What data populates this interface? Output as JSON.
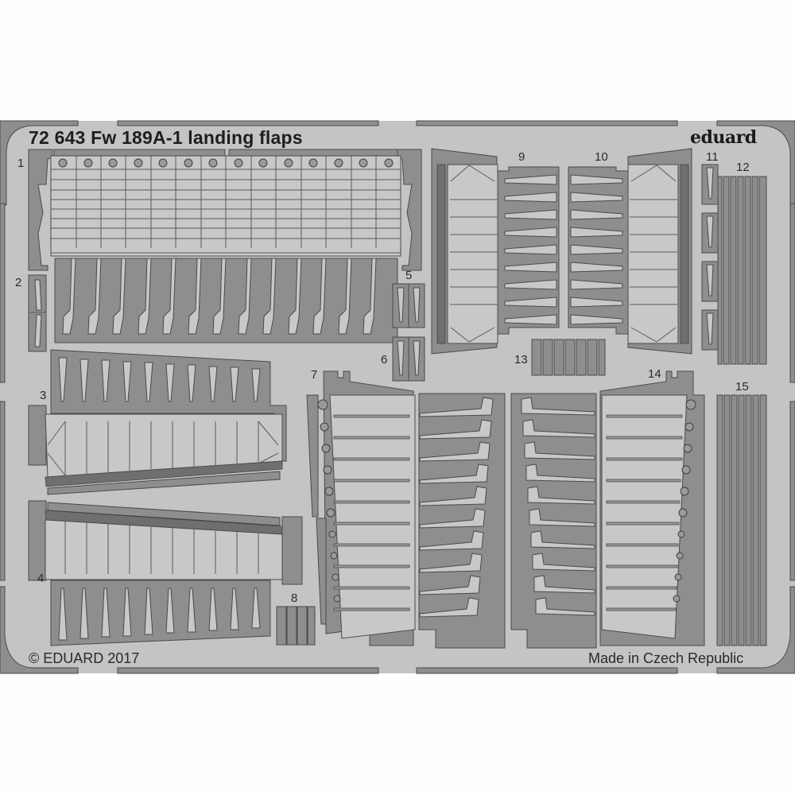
{
  "sheet": {
    "product_code": "72 643",
    "title": "72 643  Fw 189A-1 landing flaps",
    "brand": "eduard",
    "copyright": "© EDUARD 2017",
    "origin": "Made in Czech Republic",
    "colors": {
      "background": "#fdfefd",
      "fret": "#c4c4c4",
      "metal_part": "#8e8e8e",
      "part_outline": "#4a4a4a",
      "text": "#2a2a2a"
    }
  },
  "parts": [
    {
      "number": "1",
      "description": "upper flap panel with rib grid",
      "cells": 14,
      "rows": 8,
      "ribs_below": 13
    },
    {
      "number": "2",
      "description": "small bracket pair"
    },
    {
      "number": "3",
      "description": "tapered flap with 10 rib hinges",
      "ribs": 10
    },
    {
      "number": "4",
      "description": "tapered flap with 10 rib hinges (mirror)",
      "ribs": 10
    },
    {
      "number": "5",
      "description": "hinge bracket pair"
    },
    {
      "number": "6",
      "description": "hinge bracket pair"
    },
    {
      "number": "7",
      "description": "left outer flap with 10 ribs",
      "ribs": 10
    },
    {
      "number": "8",
      "description": "small strip set",
      "count": 3
    },
    {
      "number": "9",
      "description": "flap frame left with 9 ribs",
      "ribs": 9
    },
    {
      "number": "10",
      "description": "flap frame right with 9 ribs",
      "ribs": 9
    },
    {
      "number": "11",
      "description": "hinge brackets",
      "count": 4
    },
    {
      "number": "12",
      "description": "strip set",
      "count": 6
    },
    {
      "number": "13",
      "description": "small strip set",
      "count": 6
    },
    {
      "number": "14",
      "description": "right outer flap with 10 ribs",
      "ribs": 10
    },
    {
      "number": "15",
      "description": "strip set",
      "count": 6
    }
  ]
}
